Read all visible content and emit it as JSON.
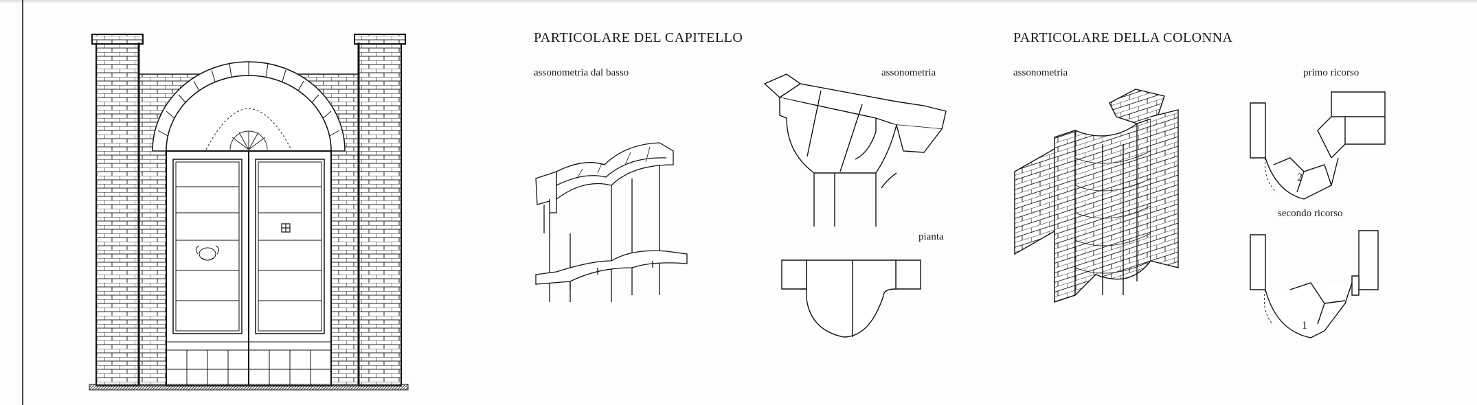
{
  "sections": {
    "capitello": {
      "title": "PARTICOLARE DEL CAPITELLO",
      "views": {
        "from_below": "assonometria dal basso",
        "axonometry": "assonometria",
        "plan": "pianta"
      }
    },
    "colonna": {
      "title": "PARTICOLARE DELLA COLONNA",
      "views": {
        "axonometry": "assonometria",
        "first_course": "primo ricorso",
        "second_course": "secondo ricorso"
      },
      "course_numbers": [
        "2",
        "1"
      ]
    }
  }
}
